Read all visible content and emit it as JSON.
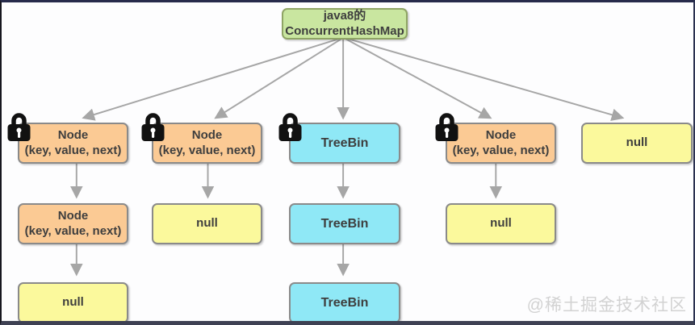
{
  "title": {
    "line1": "java8的",
    "line2": "ConcurrentHashMap"
  },
  "buckets": [
    {
      "chain": [
        {
          "kind": "node",
          "line1": "Node",
          "line2": "(key, value, next)",
          "locked": true
        },
        {
          "kind": "node",
          "line1": "Node",
          "line2": "(key, value, next)",
          "locked": false
        },
        {
          "kind": "null",
          "label": "null",
          "locked": false
        }
      ]
    },
    {
      "chain": [
        {
          "kind": "node",
          "line1": "Node",
          "line2": "(key, value, next)",
          "locked": true
        },
        {
          "kind": "null",
          "label": "null",
          "locked": false
        }
      ]
    },
    {
      "chain": [
        {
          "kind": "treebin",
          "label": "TreeBin",
          "locked": true
        },
        {
          "kind": "treebin",
          "label": "TreeBin",
          "locked": false
        },
        {
          "kind": "treebin",
          "label": "TreeBin",
          "locked": false
        }
      ]
    },
    {
      "chain": [
        {
          "kind": "node",
          "line1": "Node",
          "line2": "(key, value, next)",
          "locked": true
        },
        {
          "kind": "null",
          "label": "null",
          "locked": false
        }
      ]
    },
    {
      "chain": [
        {
          "kind": "null",
          "label": "null",
          "locked": false
        }
      ]
    }
  ],
  "watermark": "@稀土掘金技术社区",
  "colors": {
    "root_fill": "#c9e6a0",
    "node_fill": "#fbca94",
    "null_fill": "#fbf99c",
    "treebin_fill": "#8fe8f6",
    "arrow": "#a6a6a6",
    "text": "#3e3e3e",
    "watermark": "#d2d2d2"
  }
}
